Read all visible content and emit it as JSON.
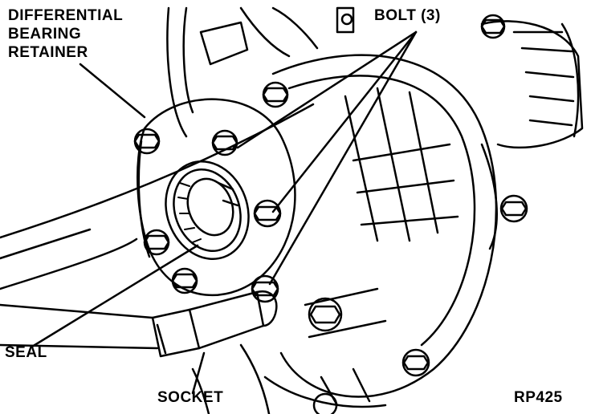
{
  "labels": {
    "retainer_line1": "DIFFERENTIAL",
    "retainer_line2": "BEARING",
    "retainer_line3": "RETAINER",
    "bolt": "BOLT (3)",
    "seal": "SEAL",
    "socket": "SOCKET",
    "figure_id": "RP425"
  },
  "colors": {
    "ink": "#000000",
    "paper": "#ffffff"
  }
}
